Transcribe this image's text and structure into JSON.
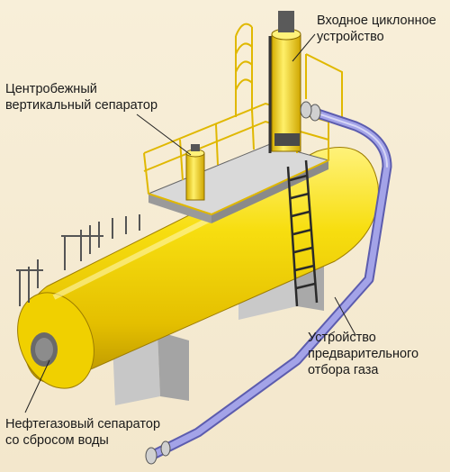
{
  "labels": {
    "cyclone_inlet": "Входное циклонное\nустройство",
    "centrifugal_separator": "Центробежный\nвертикальный сепаратор",
    "gas_offtake": "Устройство\nпредварительного\nотбора газа",
    "oil_gas_separator": "Нефтегазовый сепаратор\nсо сбросом воды"
  },
  "colors": {
    "background": "#f4e9cf",
    "vessel": "#f2d600",
    "pipe": "#8f8fd8",
    "support": "#bfbfbf",
    "ladder": "#2a2a2a",
    "leader_line": "#222222"
  }
}
